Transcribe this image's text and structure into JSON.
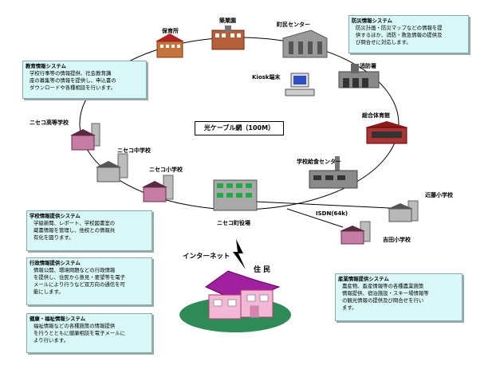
{
  "facilities": {
    "hoikusho": "保育所",
    "kenzo": "築業園",
    "chomin_center": "町民センター",
    "kiosk": "Kiosk端末",
    "shobosho": "消防署",
    "sogo_taiikukan": "総合体育館",
    "kyushoku_center": "学校給食センター",
    "niseko_koko": "ニセコ高等学校",
    "niseko_chugakko": "ニセコ中学校",
    "niseko_shogakko": "ニセコ小学校",
    "yakuba": "ニセコ町役場",
    "kondo_shogakko": "近藤小学校",
    "yoshida_shogakko": "吉田小学校",
    "jumin": "住 民"
  },
  "network": {
    "fiber": "光ケーブル網（100M）",
    "isdn": "ISDN(64k)",
    "internet": "インターネット"
  },
  "notes": {
    "bosai": {
      "title": "防災情報システム",
      "lines": [
        "防災計画・防災マップなどの情報を提",
        "供するほか、消防・救急情報の提供及",
        "び問合せに対応します。"
      ]
    },
    "kyoiku": {
      "title": "教育情報システム",
      "lines": [
        "学校行事等の情報提供、社会教育講",
        "座の募集等の情報を提供し、申込書の",
        "ダウンロードや各種相談を行います。"
      ]
    },
    "gakko": {
      "title": "学校情報提供システム",
      "lines": [
        "学級新聞、レポート、学校図書室の",
        "蔵書情報を管理し、他校との情報共",
        "有化を図ります。"
      ]
    },
    "gyosei": {
      "title": "行政情報提供システム",
      "lines": [
        "情報公開、環境問題などの行政情報",
        "を提供し、住民から意見・要望等を電子",
        "メールにより行うなど双方向の通信を可",
        "能にします。"
      ]
    },
    "kenko": {
      "title": "健康・福祉情報システム",
      "lines": [
        "福祉情報などの各種施策の情報提供",
        "を行うとともに健康相談を電子メールに",
        "より行います。"
      ]
    },
    "sangyo": {
      "title": "産業情報提供システム",
      "lines": [
        "農産物、畜産情報等の各種農業施策",
        "情報提供、宿泊施設・スキー場情報等",
        "の観光情報の提供及び問合せを行い",
        "ます。"
      ]
    }
  },
  "colors": {
    "note_bg": "#d9f7f7",
    "building_brown": "#a0522d",
    "building_gray": "#a9a9a9",
    "house_pink": "#f4b8d6"
  }
}
